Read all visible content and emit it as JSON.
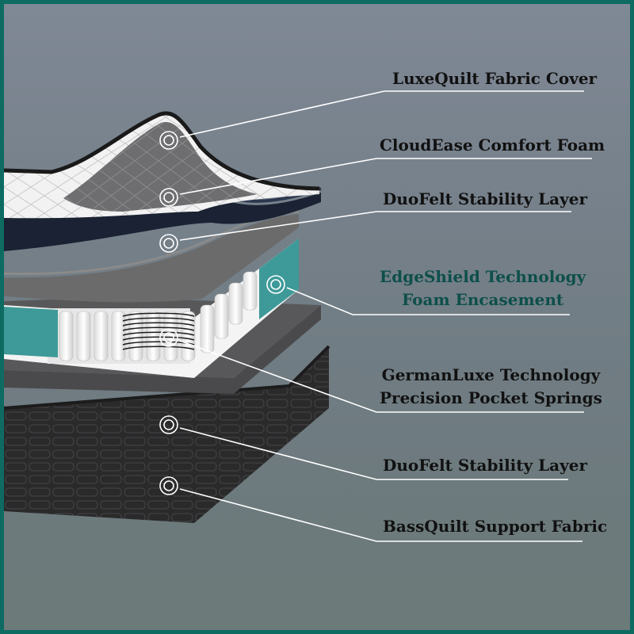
{
  "colors": {
    "frame": "#0d6b62",
    "label_text": "#111111",
    "highlight_text": "#0d4f4b",
    "teal_foam": "#3e9a98",
    "callout_line": "#ffffff"
  },
  "layers": [
    {
      "id": "cover",
      "label": "LuxeQuilt Fabric Cover",
      "icon": "target-icon"
    },
    {
      "id": "comfort",
      "label": "CloudEase Comfort Foam",
      "icon": "target-icon"
    },
    {
      "id": "felt-top",
      "label": "DuoFelt Stability Layer",
      "icon": "target-icon"
    },
    {
      "id": "edge",
      "label": "EdgeShield Technology",
      "label2": "Foam Encasement",
      "icon": "target-icon"
    },
    {
      "id": "springs",
      "label": "GermanLuxe Technology",
      "label2": "Precision Pocket Springs",
      "icon": "target-icon"
    },
    {
      "id": "felt-bottom",
      "label": "DuoFelt Stability Layer",
      "icon": "target-icon"
    },
    {
      "id": "base",
      "label": "BassQuilt Support Fabric",
      "icon": "target-icon"
    }
  ]
}
